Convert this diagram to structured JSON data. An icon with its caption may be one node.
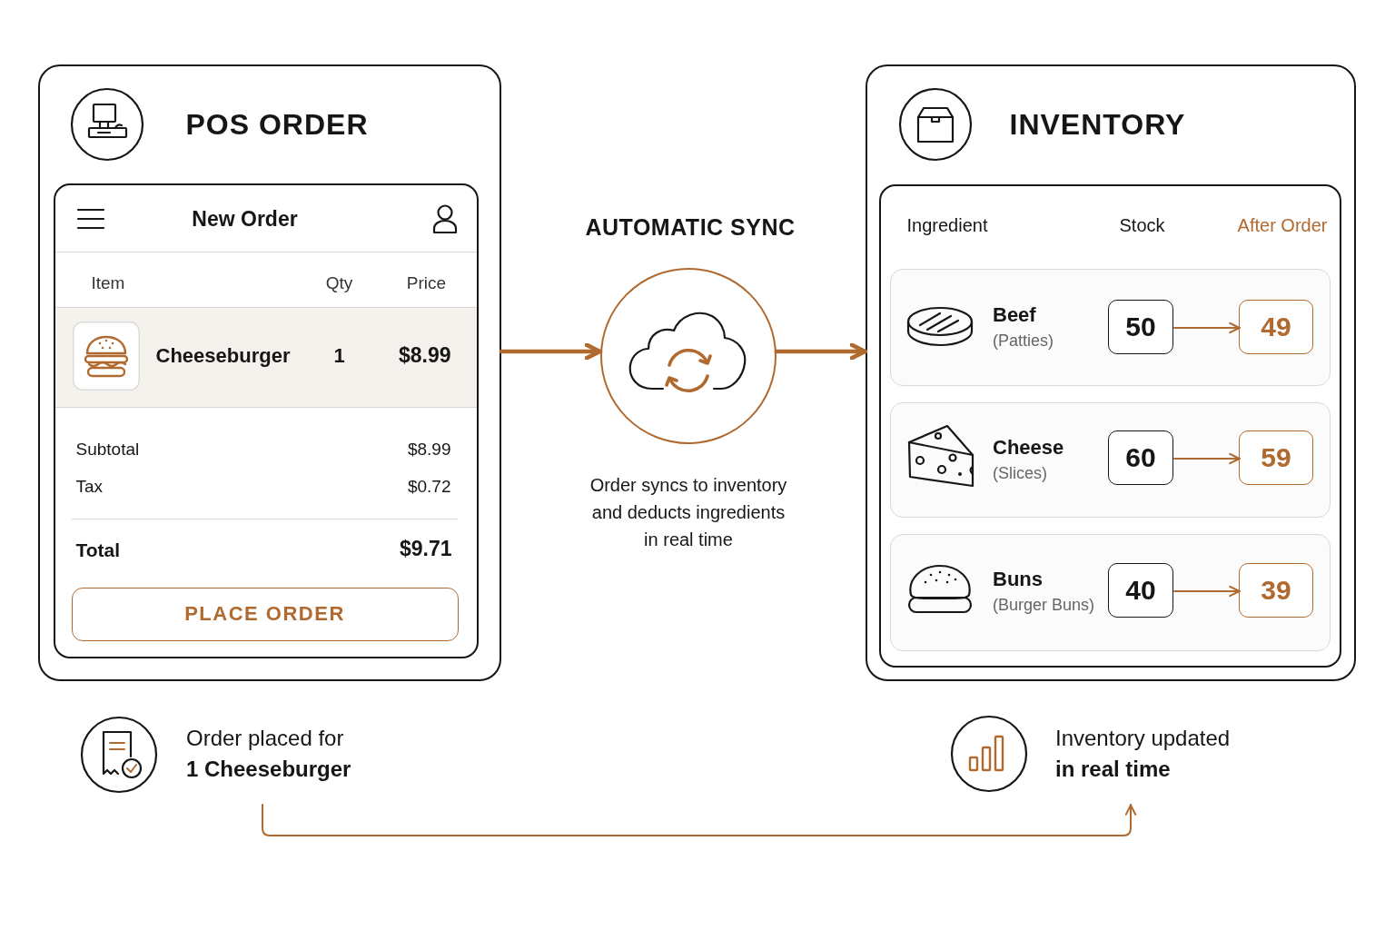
{
  "diagram": {
    "nodes": [
      {
        "text": [
          "POS ORDER"
        ]
      },
      {
        "text": [
          "New Order",
          "Item",
          "Qty",
          "Price",
          "Subtotal",
          "$8.99",
          "Tax",
          "$0.72",
          "Total",
          "$9.71"
        ],
        "in": 0
      },
      {
        "text": [
          "Cheeseburger",
          "1",
          "$8.99"
        ],
        "in": 1
      },
      {
        "text": [
          "PLACE ORDER"
        ],
        "in": 1
      },
      {
        "text": [
          "AUTOMATIC SYNC"
        ],
        "beside": [
          "Order syncs to inventory and deducts ingredients in real time"
        ]
      },
      {
        "text": [
          "INVENTORY"
        ]
      },
      {
        "text": [
          "Ingredient",
          "Stock",
          "After Order"
        ],
        "in": 5
      },
      {
        "text": [
          "Beef",
          "(Patties)"
        ],
        "in": 6
      },
      {
        "text": [
          "50"
        ],
        "in": 7
      },
      {
        "text": [
          "49"
        ],
        "in": 7
      },
      {
        "text": [
          "Cheese",
          "(Slices)"
        ],
        "in": 6
      },
      {
        "text": [
          "60"
        ],
        "in": 10
      },
      {
        "text": [
          "59"
        ],
        "in": 10
      },
      {
        "text": [
          "Buns",
          "(Burger Buns)"
        ],
        "in": 6
      },
      {
        "text": [
          "40"
        ],
        "in": 13
      },
      {
        "text": [
          "39"
        ],
        "in": 13
      },
      {
        "text": [
          "Order placed for",
          "1 Cheeseburger"
        ]
      },
      {
        "text": [
          "Inventory updated",
          "in real time"
        ]
      }
    ],
    "edges": [
      {
        "from": 0,
        "to": 4,
        "arrow": "to",
        "style": "thick"
      },
      {
        "from": 4,
        "to": 5,
        "arrow": "to",
        "style": "thick"
      },
      {
        "from": 8,
        "to": 9,
        "arrow": "to"
      },
      {
        "from": 11,
        "to": 12,
        "arrow": "to"
      },
      {
        "from": 14,
        "to": 15,
        "arrow": "to"
      },
      {
        "from": 16,
        "to": 17,
        "arrow": "to"
      }
    ]
  }
}
